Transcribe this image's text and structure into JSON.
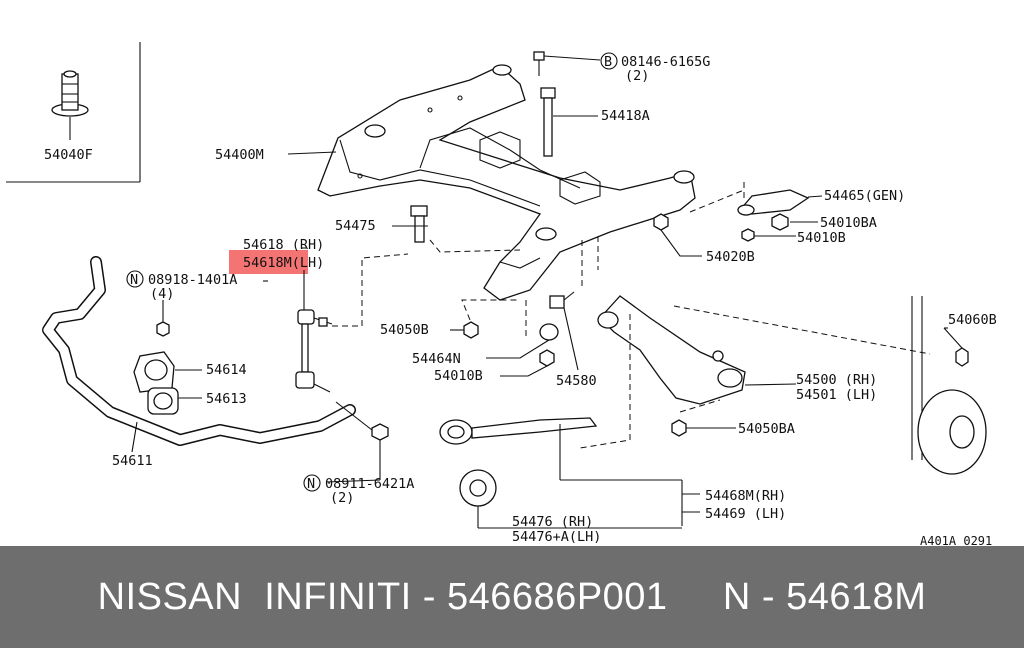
{
  "labels": {
    "l54040f": "54040F",
    "l08146": "08146-6165G",
    "l08146q": "(2)",
    "l54418a": "54418A",
    "l54400m": "54400M",
    "l54465": "54465(GEN)",
    "l54010ba_a": "54010BA",
    "l54010b_a": "54010B",
    "l54475": "54475",
    "l54618": "54618 (RH)",
    "l54618m": "54618M(LH)",
    "l54020b": "54020B",
    "l08918": "08918-1401A",
    "l08918q": "(4)",
    "l54060b": "54060B",
    "l54050b": "54050B",
    "l54464n": "54464N",
    "l54010b_b": "54010B",
    "l54580": "54580",
    "l54614": "54614",
    "l54500": "54500 (RH)",
    "l54501": "54501 (LH)",
    "l54613": "54613",
    "l54050ba": "54050BA",
    "l54611": "54611",
    "l08911": "08911-6421A",
    "l08911q": "(2)",
    "l54468m": "54468M(RH)",
    "l54469": "54469 (LH)",
    "l54476": "54476   (RH)",
    "l54476a": "54476+A(LH)",
    "code": "A401A 0291",
    "n1": "N",
    "n2": "N",
    "b1": "B"
  },
  "footer": {
    "text": "NISSAN  INFINITI - 546686P001     N - 54618M"
  },
  "colors": {
    "highlight": "#f25a5a",
    "footer_bg": "#6e6e6e"
  }
}
